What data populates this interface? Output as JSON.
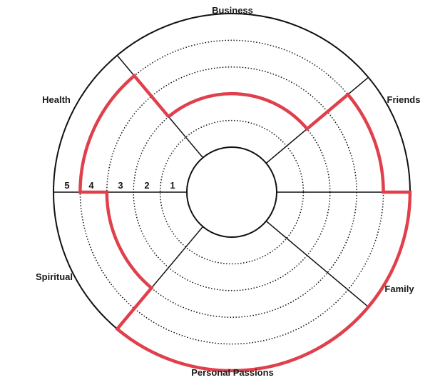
{
  "categories": [
    {
      "key": "business",
      "label": "Business"
    },
    {
      "key": "friends",
      "label": "Friends"
    },
    {
      "key": "family",
      "label": "Family"
    },
    {
      "key": "personal_passions",
      "label": "Personal Passions"
    },
    {
      "key": "spiritual",
      "label": "Spiritual"
    },
    {
      "key": "health",
      "label": "Health"
    }
  ],
  "scale_labels": [
    "1",
    "2",
    "3",
    "4",
    "5"
  ],
  "chart_data": {
    "type": "diagram",
    "segments": [
      {
        "category": "Business",
        "score": 2
      },
      {
        "category": "Friends",
        "score": 4
      },
      {
        "category": "Family",
        "score": 5
      },
      {
        "category": "Personal Passions",
        "score": 5
      },
      {
        "category": "Spiritual",
        "score": 3
      },
      {
        "category": "Health",
        "score": 4
      }
    ],
    "scale_max": 5,
    "colors": {
      "score_line": "#e0404c",
      "lines": "#111111"
    }
  }
}
